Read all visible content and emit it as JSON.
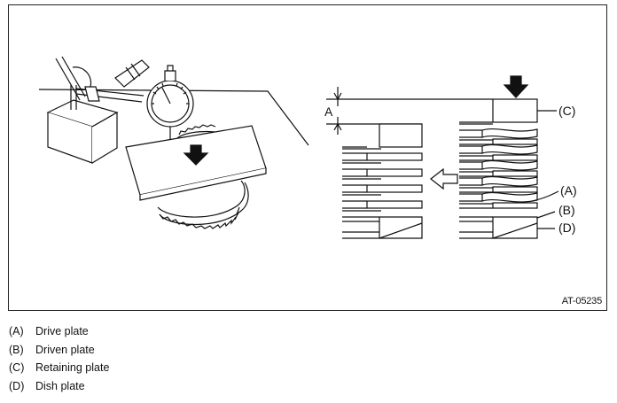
{
  "figure": {
    "id": "AT-05235",
    "dimension_label": "A",
    "callouts": [
      "(C)",
      "(A)",
      "(B)",
      "(D)"
    ]
  },
  "legend": [
    {
      "key": "(A)",
      "text": "Drive plate"
    },
    {
      "key": "(B)",
      "text": "Driven plate"
    },
    {
      "key": "(C)",
      "text": "Retaining plate"
    },
    {
      "key": "(D)",
      "text": "Dish plate"
    }
  ]
}
